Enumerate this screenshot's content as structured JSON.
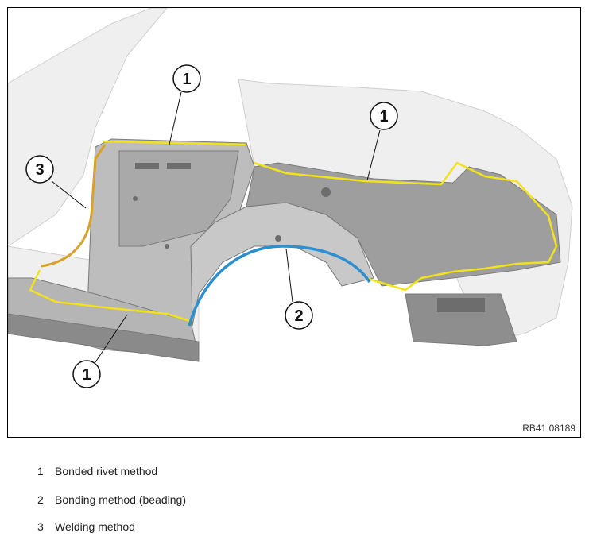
{
  "figure": {
    "reference_code": "RB41 08189",
    "callouts": [
      {
        "number": "1"
      },
      {
        "number": "1"
      },
      {
        "number": "1"
      },
      {
        "number": "2"
      },
      {
        "number": "3"
      }
    ],
    "line_colors": {
      "bonded_rivet": "#f2e21c",
      "bonding": "#2b8fd1",
      "welding": "#d9a128"
    }
  },
  "legend": [
    {
      "number": "1",
      "label": "Bonded rivet method"
    },
    {
      "number": "2",
      "label": "Bonding method (beading)"
    },
    {
      "number": "3",
      "label": "Welding method"
    }
  ]
}
